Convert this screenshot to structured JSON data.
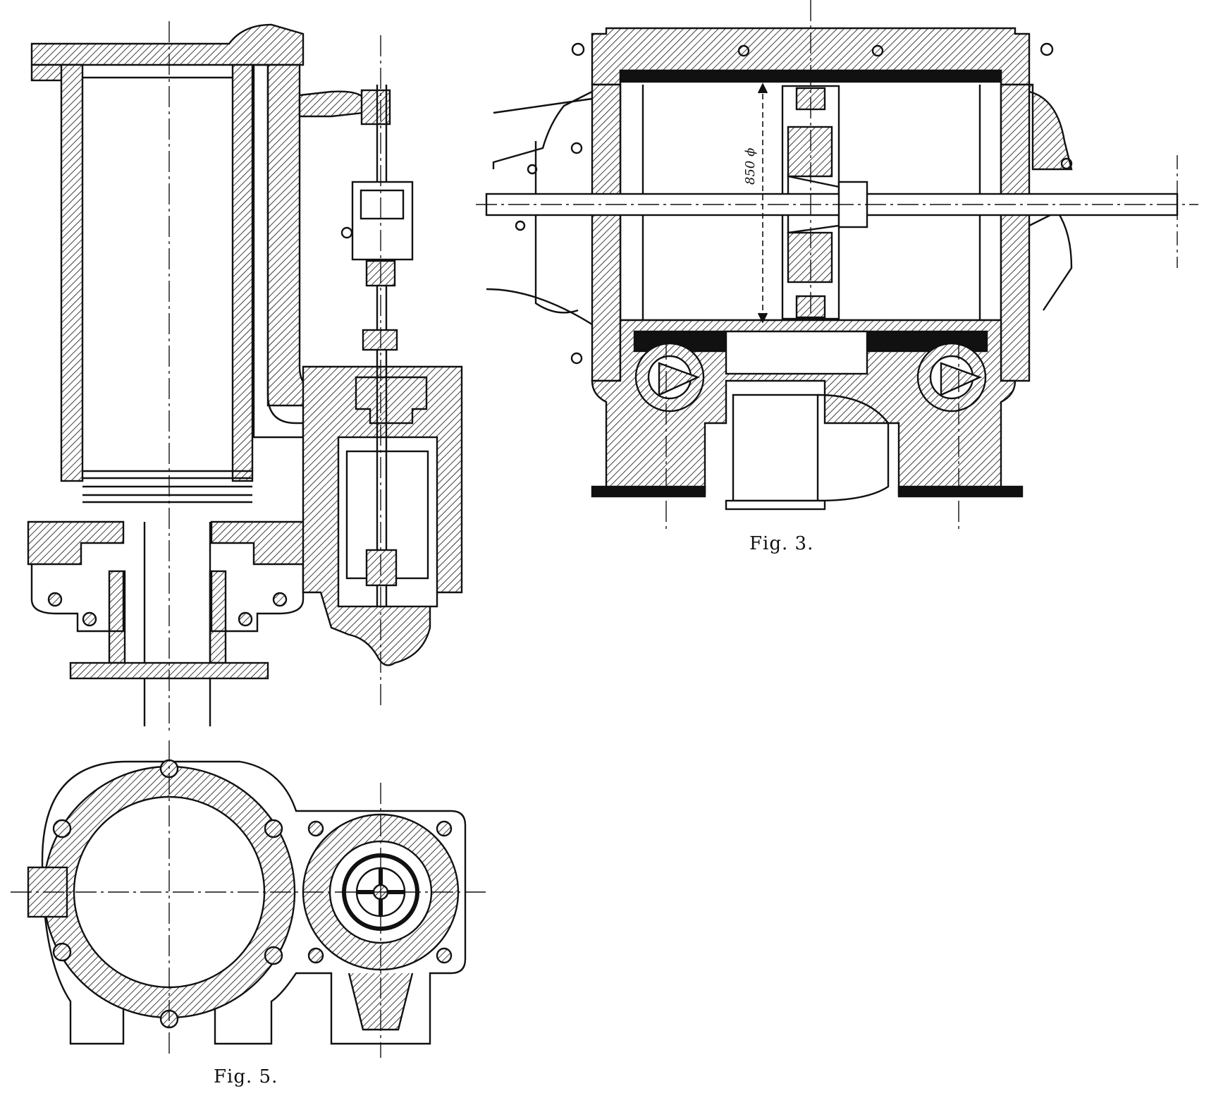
{
  "figures": {
    "fig3": {
      "caption": "Fig. 3.",
      "dimension_label": "850 ϕ"
    },
    "fig5": {
      "caption": "Fig. 5."
    }
  },
  "colors": {
    "ink": "#111111",
    "paper": "#ffffff"
  }
}
